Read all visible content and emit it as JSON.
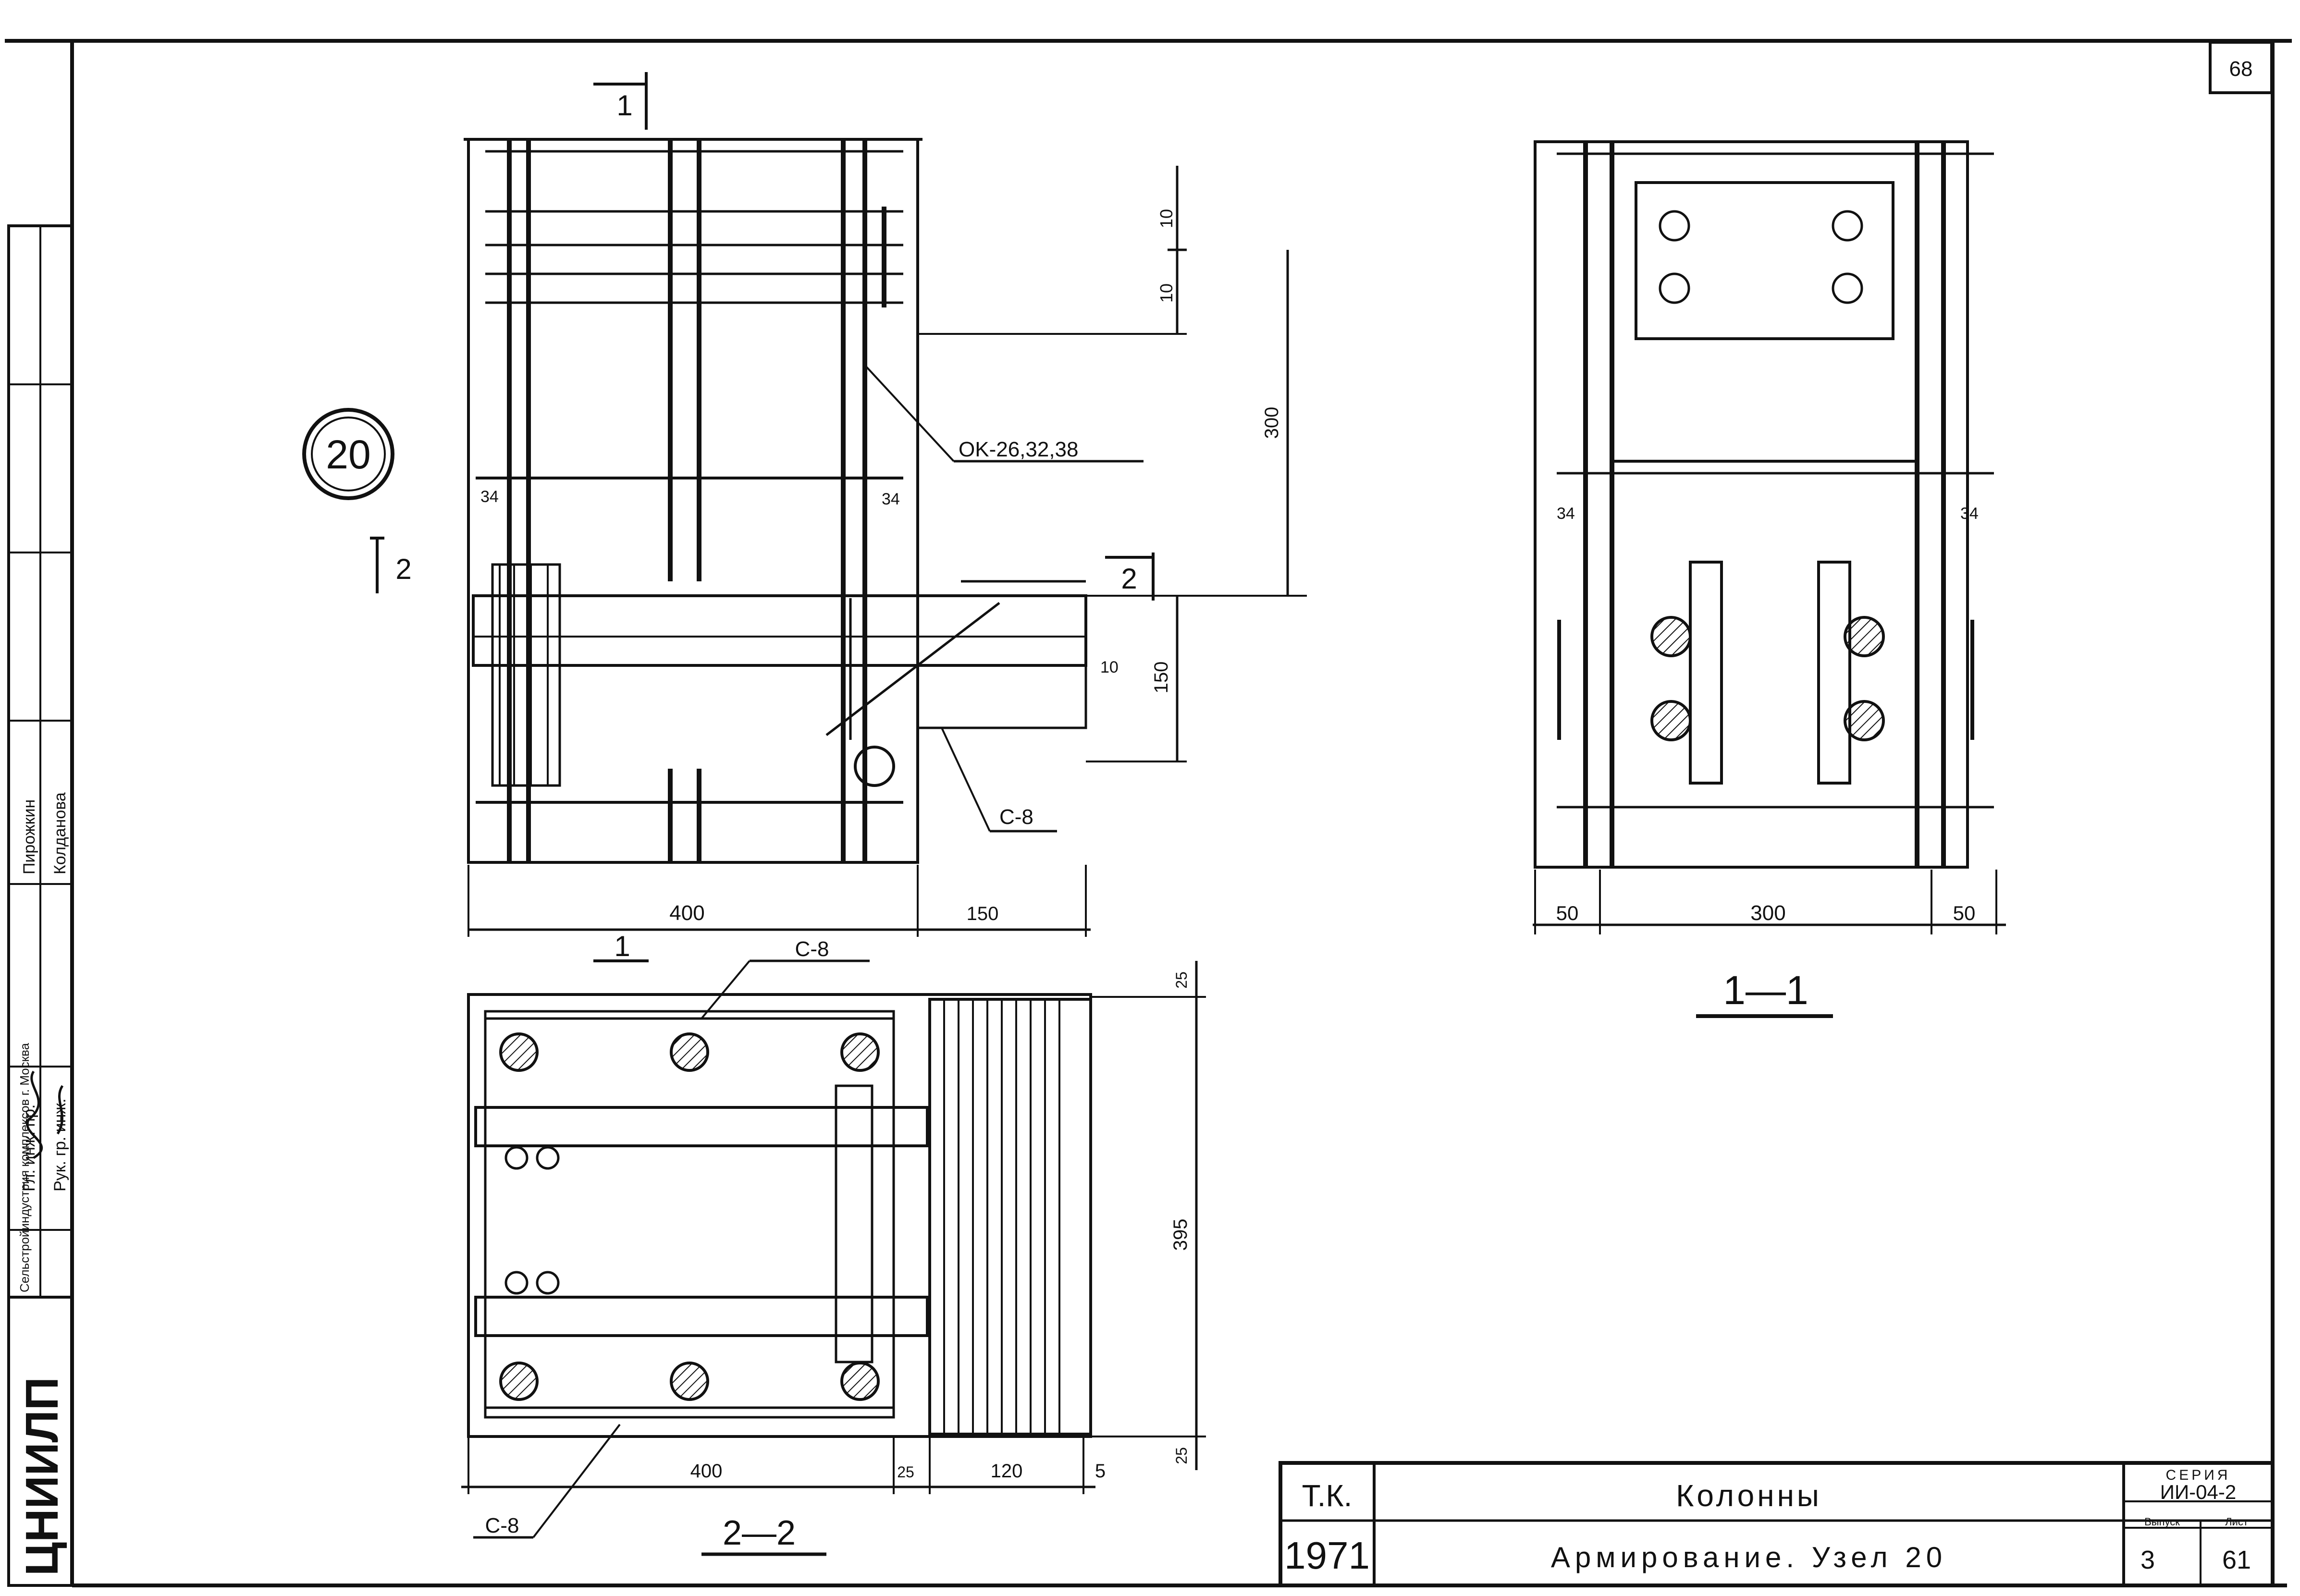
{
  "sheet_number": "68",
  "node_mark": "20",
  "sections": {
    "cut_1_top": "1",
    "cut_1_bottom": "1",
    "cut_2_left": "2",
    "cut_2_right": "2",
    "view_1_1": "1—1",
    "view_2_2": "2—2"
  },
  "callouts": {
    "ok_rebar": "OK-26,32,38",
    "mesh_c8_right": "C-8",
    "mesh_c8_plan_top": "C-8",
    "mesh_c8_plan_bottom": "C-8"
  },
  "dimensions": {
    "elev_10_a": "10",
    "elev_10_b": "10",
    "elev_300": "300",
    "elev_150": "150",
    "elev_10_c": "10",
    "elev_34_left": "34",
    "elev_34_right": "34",
    "elev_400": "400",
    "elev_150_bottom": "150",
    "s11_34_left": "34",
    "s11_34_right": "34",
    "s11_50_left": "50",
    "s11_300": "300",
    "s11_50_right": "50",
    "plan_25_top": "25",
    "plan_395": "395",
    "plan_25_bottom": "25",
    "plan_400": "400",
    "plan_25_mid": "25",
    "plan_120": "120",
    "plan_5": "5"
  },
  "left_stamp": {
    "org": "ЦНИИЛП",
    "org_sub": "Сельстройиндустрия комплексов г. Москва",
    "row1_role": "Гл. инж. пр.",
    "row1_name": "Пирожкин",
    "row2_role": "Рук. гр. инж.",
    "row2_name": "Колданова"
  },
  "title_block": {
    "tk": "Т.К.",
    "year": "1971",
    "title": "Колонны",
    "subtitle": "Армирование. Узел 20",
    "series_label": "СЕРИЯ",
    "series": "ИИ-04-2",
    "issue_label": "Выпуск",
    "sheet_label": "Лист",
    "issue": "3",
    "sheet": "61"
  }
}
